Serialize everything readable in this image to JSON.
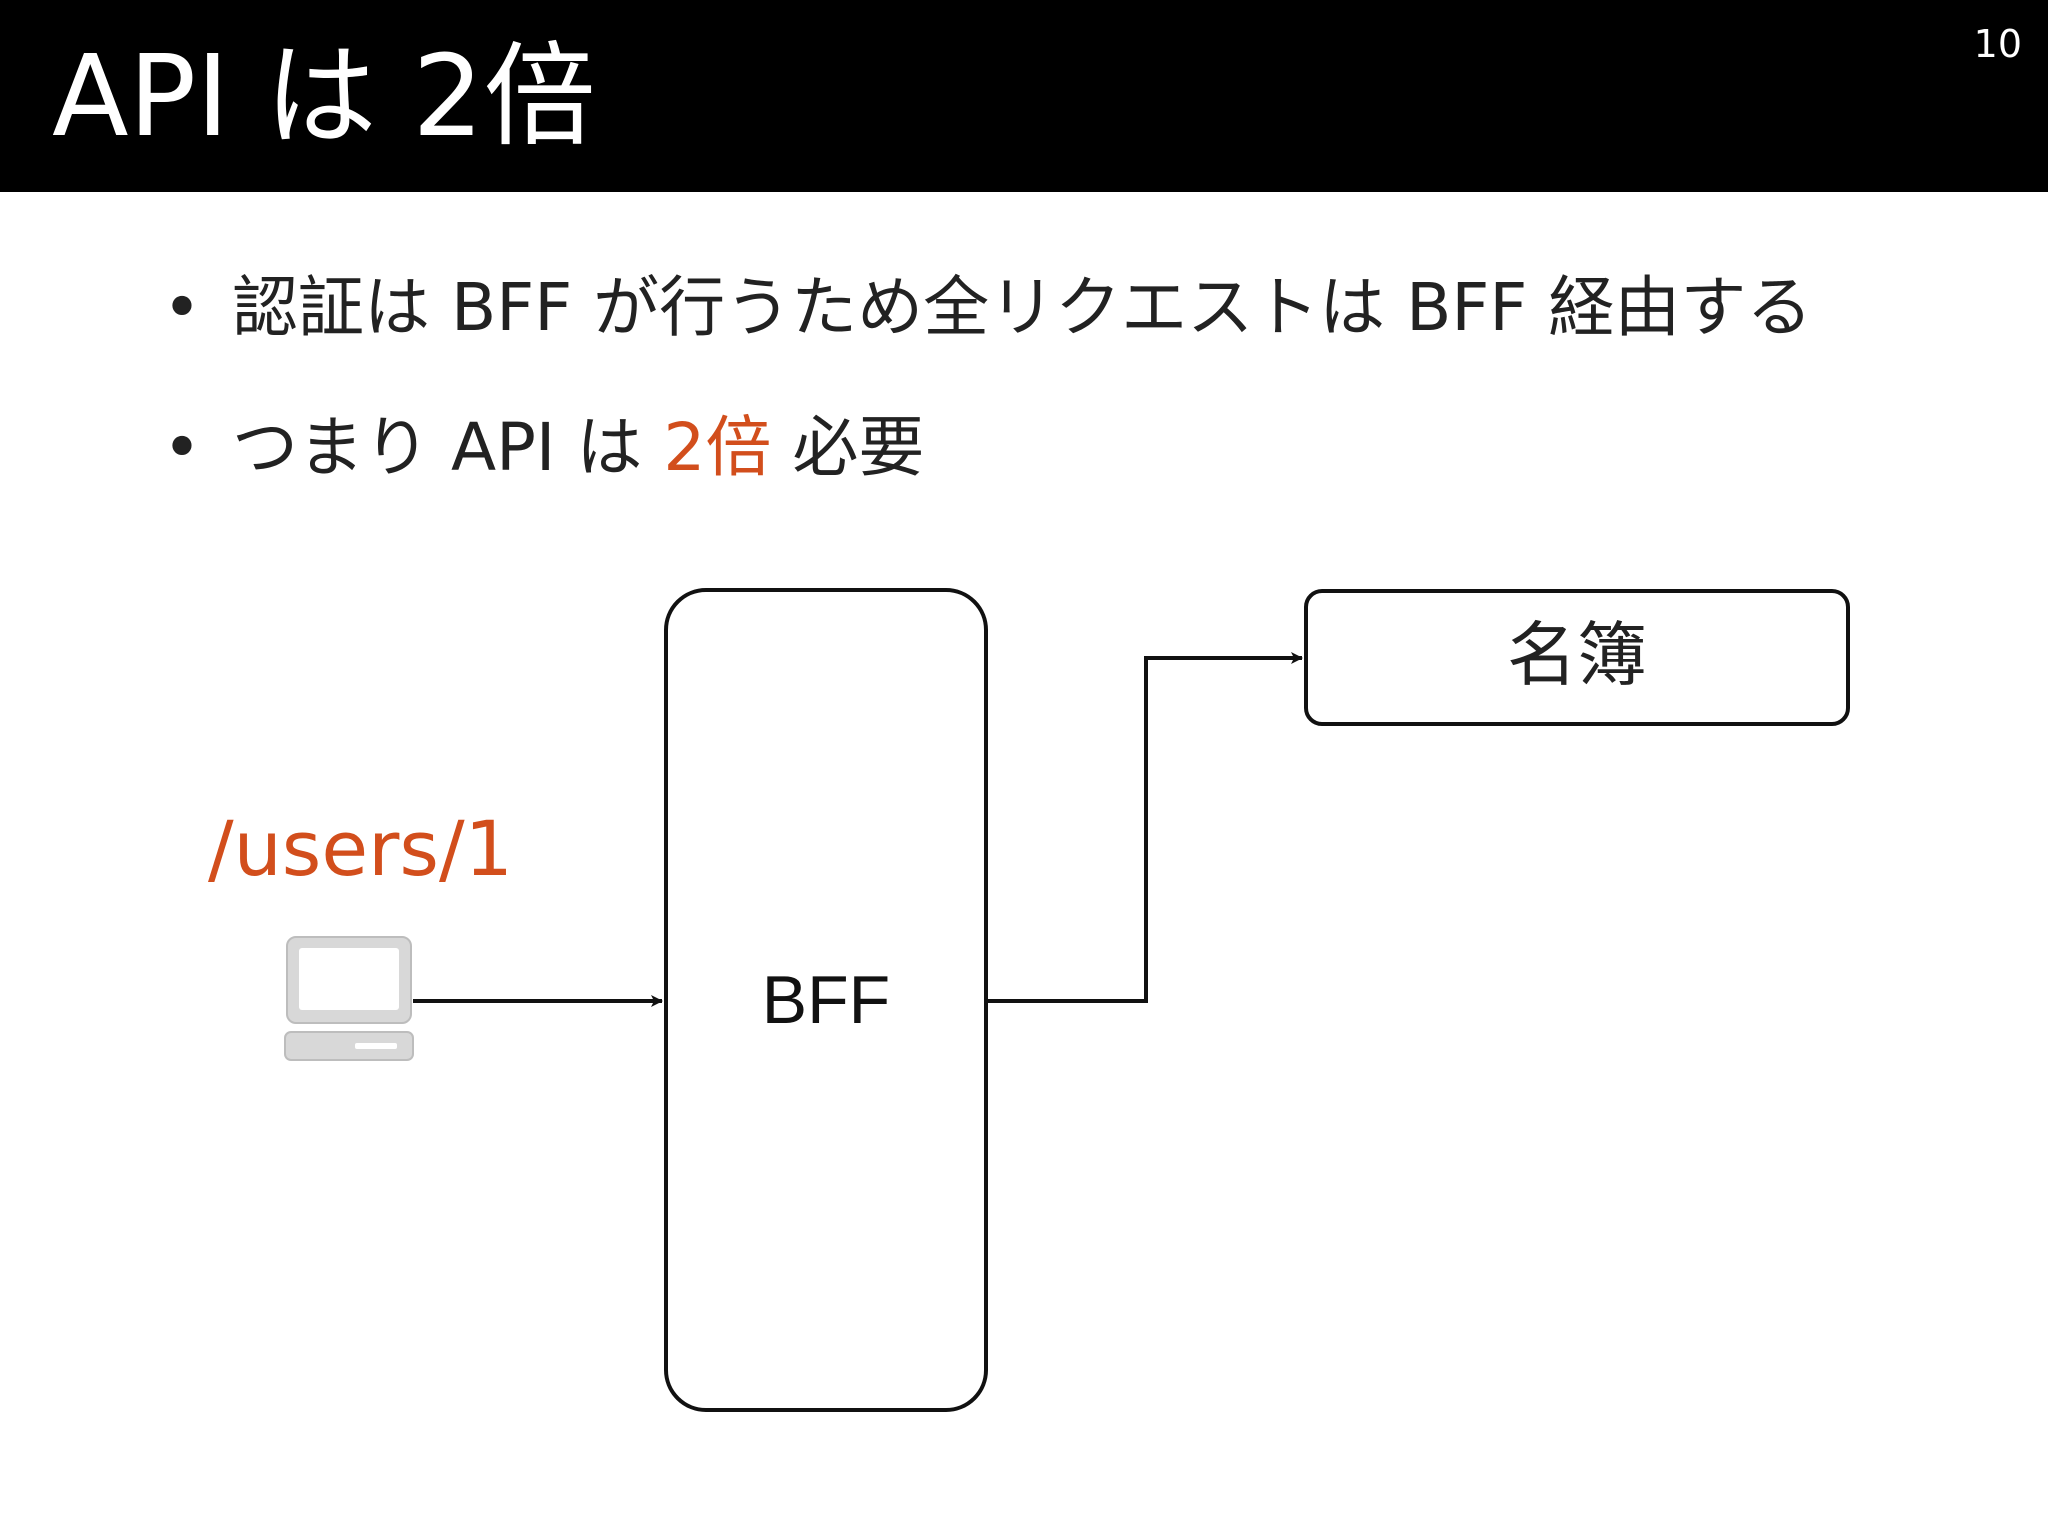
{
  "header": {
    "title": "API は 2倍",
    "page_number": "10"
  },
  "bullets": [
    {
      "marker": "•",
      "text": "認証は BFF が行うため全リクエストは BFF 経由する"
    },
    {
      "marker": "•",
      "text_before": "つまり API は ",
      "highlight": "2倍",
      "text_after": " 必要"
    }
  ],
  "diagram": {
    "request_path": "/users/1",
    "client_icon": "laptop-icon",
    "bff_label": "BFF",
    "service_label": "名簿"
  },
  "colors": {
    "title_bar": "#000000",
    "accent": "#d24e1c",
    "client_icon": "#d8d8d8"
  }
}
